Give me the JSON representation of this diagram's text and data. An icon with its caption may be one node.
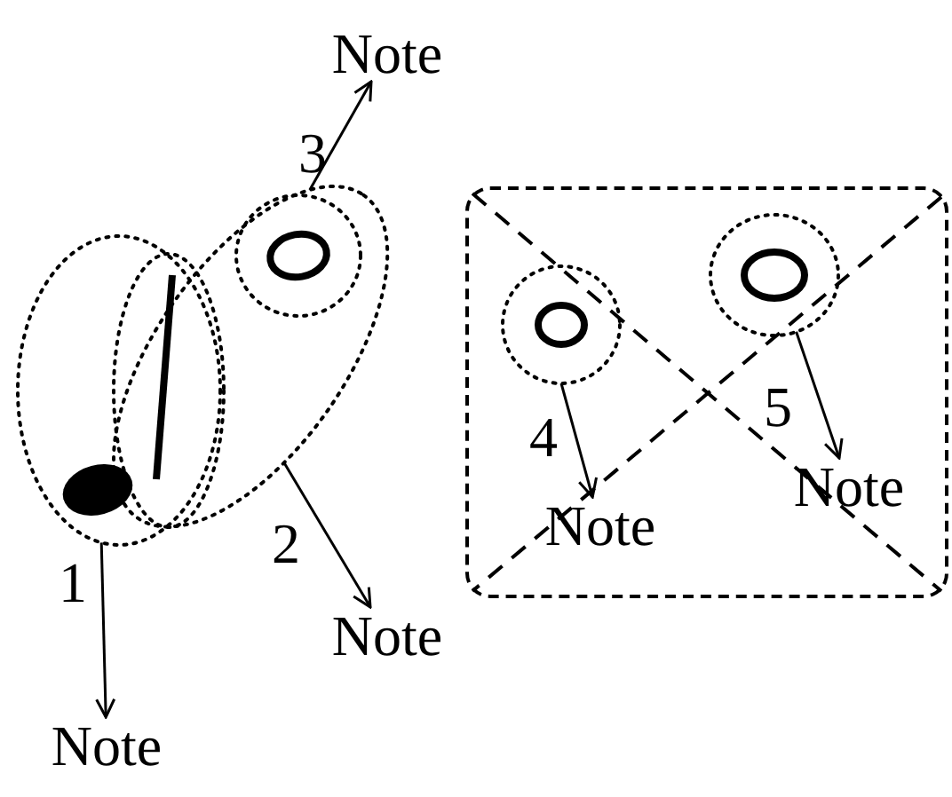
{
  "diagram": {
    "nodes": [
      {
        "text": [],
        "shape": "ellipse"
      },
      {
        "text": [],
        "shape": "ellipse"
      },
      {
        "text": [],
        "shape": "circle",
        "in": 1
      },
      {
        "text": [
          "Note"
        ]
      },
      {
        "text": [
          "Note"
        ]
      },
      {
        "text": [
          "Note"
        ]
      },
      {
        "text": [],
        "shape": "box"
      },
      {
        "text": [],
        "shape": "circle",
        "in": 6
      },
      {
        "text": [],
        "shape": "circle",
        "in": 6
      },
      {
        "text": [
          "Note"
        ],
        "in": 6
      },
      {
        "text": [
          "Note"
        ],
        "in": 6
      }
    ],
    "edges": [
      {
        "from": 0,
        "to": 5,
        "arrow": "to",
        "label": "1"
      },
      {
        "from": 1,
        "to": 4,
        "arrow": "to",
        "label": "2"
      },
      {
        "from": 1,
        "to": 3,
        "arrow": "to",
        "label": "3"
      },
      {
        "from": 7,
        "to": 9,
        "arrow": "to",
        "label": "4"
      },
      {
        "from": 8,
        "to": 10,
        "arrow": "to",
        "label": "5"
      }
    ]
  }
}
